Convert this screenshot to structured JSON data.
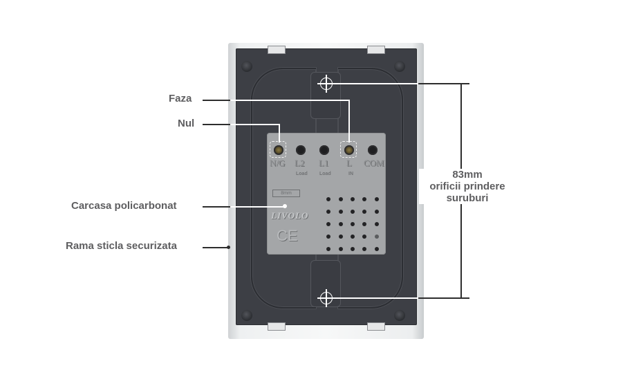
{
  "callouts": {
    "phase": "Faza",
    "neutral": "Nul",
    "housing": "Carcasa policarbonat",
    "glass_frame": "Rama sticla securizata"
  },
  "dimension": {
    "value": "83mm",
    "line1": "orificii prindere",
    "line2": "suruburi"
  },
  "terminals": [
    {
      "label": "N/G",
      "sub": ""
    },
    {
      "label": "L2",
      "sub": "Load"
    },
    {
      "label": "L1",
      "sub": "Load"
    },
    {
      "label": "L",
      "sub": "IN"
    },
    {
      "label": "COM",
      "sub": ""
    }
  ],
  "module": {
    "brand": "LIVOLO",
    "mark": "CE",
    "strip_gauge": "8mm"
  },
  "colors": {
    "label_text": "#5e5e60",
    "plate": "#3d3f45",
    "module": "#a4a6a8"
  }
}
